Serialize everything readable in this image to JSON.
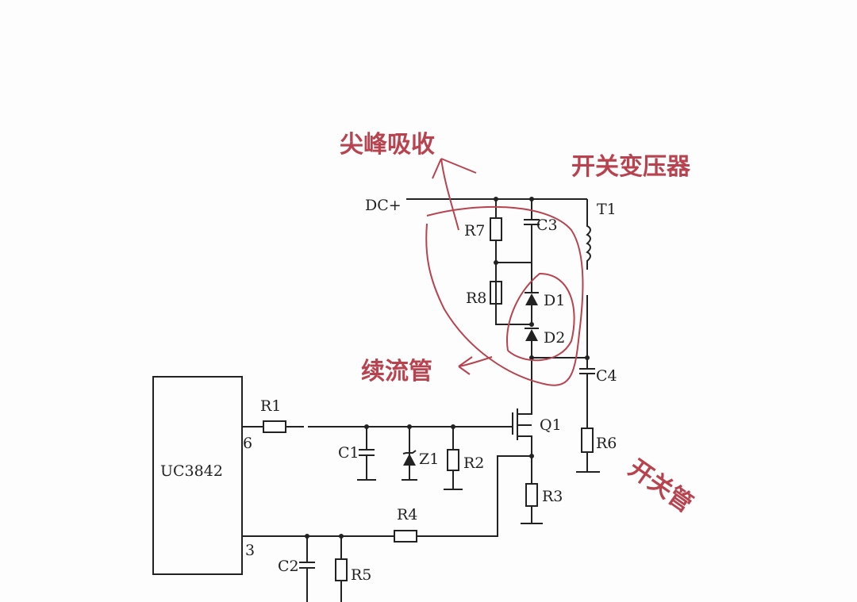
{
  "labels": {
    "dc_plus": "DC+",
    "t1": "T1",
    "r7": "R7",
    "c3": "C3",
    "r8": "R8",
    "d1": "D1",
    "d2": "D2",
    "c4": "C4",
    "r6": "R6",
    "q1": "Q1",
    "r3": "R3",
    "r1": "R1",
    "c1": "C1",
    "z1": "Z1",
    "r2": "R2",
    "r4": "R4",
    "c2": "C2",
    "r5": "R5",
    "ic": "UC3842",
    "pin6": "6",
    "pin3": "3"
  },
  "annotations": {
    "snubber": "尖峰吸收",
    "transformer": "开关变压器",
    "freewheel": "续流管",
    "switch": "开关管"
  },
  "colors": {
    "annotation": "#b8434f",
    "wire": "#222222"
  }
}
